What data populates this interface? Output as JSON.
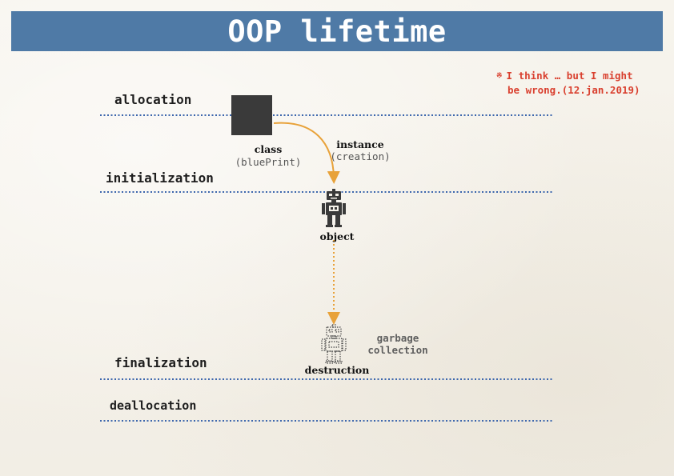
{
  "title": "OOP lifetime",
  "colors": {
    "title_bg": "#4f7aa6",
    "title_fg": "#ffffff",
    "note": "#d9402f",
    "arrow": "#e8a23a",
    "divider": "#3d67ad",
    "robot": "#3a3a3a"
  },
  "note": {
    "mark": "※",
    "line1": "I think … but I might",
    "line2": "be wrong.(12.jan.2019)"
  },
  "stages": {
    "allocation": "allocation",
    "initialization": "initialization",
    "finalization": "finalization",
    "deallocation": "deallocation"
  },
  "nodes": {
    "class_label": "class",
    "class_sub": "(bluePrint)",
    "instance_label": "instance",
    "instance_sub": "(creation)",
    "object_label": "object",
    "destruction_label": "destruction",
    "gc_line1": "garbage",
    "gc_line2": "collection"
  },
  "icons": {
    "class": "square-block-icon",
    "object": "robot-icon",
    "destruction": "dotted-robot-icon"
  }
}
